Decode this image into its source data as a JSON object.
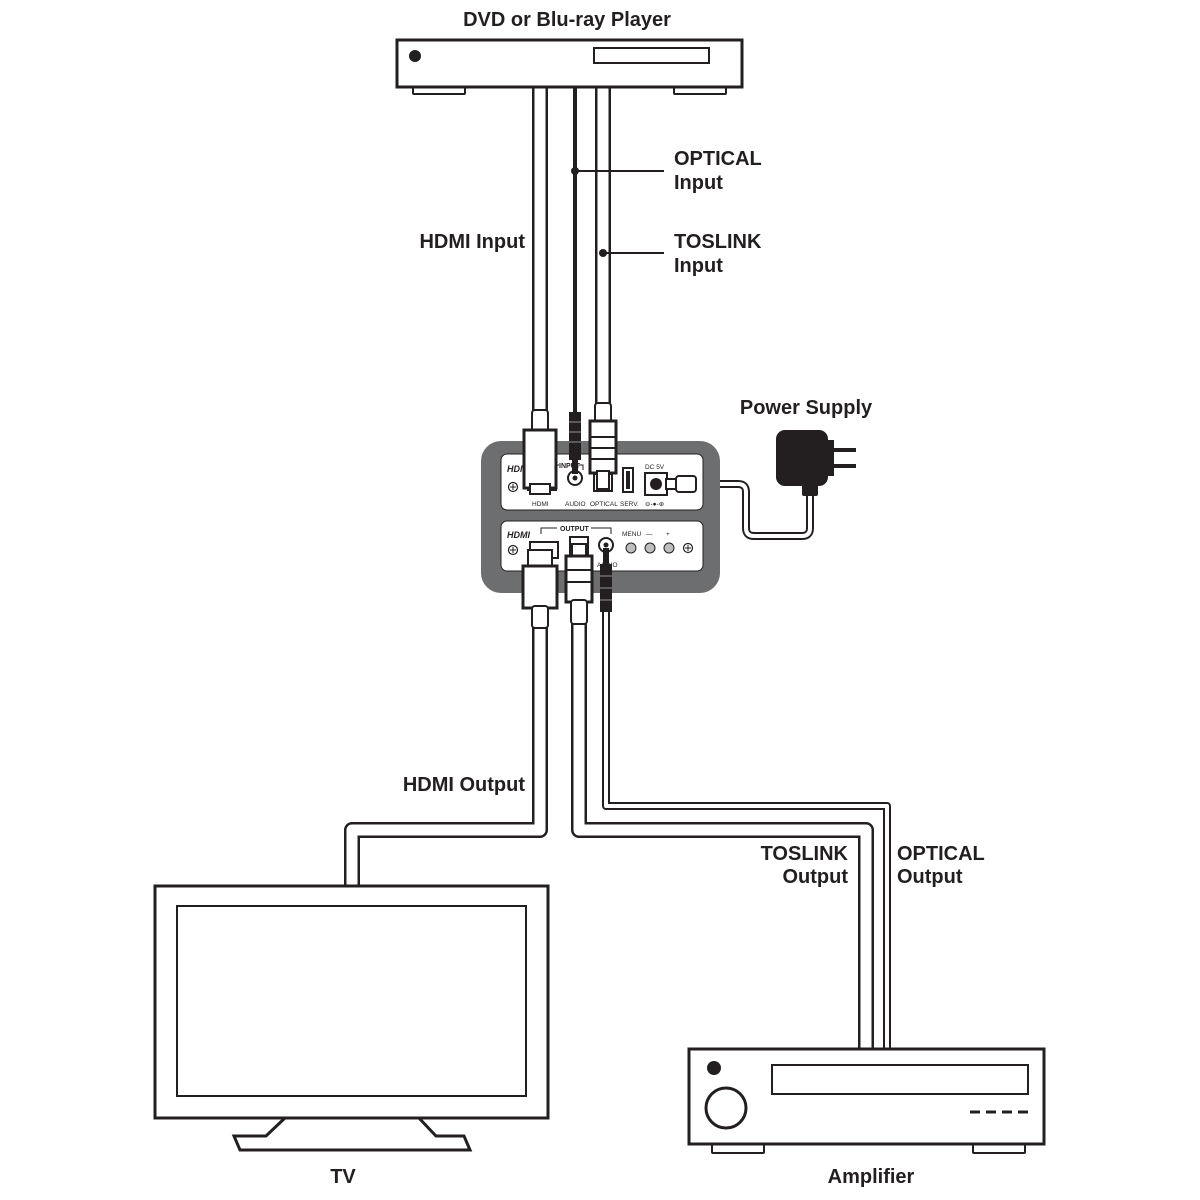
{
  "labels": {
    "source": "DVD or Blu-ray Player",
    "optical_input_line1": "OPTICAL",
    "optical_input_line2": "Input",
    "toslink_input_line1": "TOSLINK",
    "toslink_input_line2": "Input",
    "hdmi_input": "HDMI Input",
    "power_supply": "Power Supply",
    "hdmi_output": "HDMI Output",
    "toslink_output_line1": "TOSLINK",
    "toslink_output_line2": "Output",
    "optical_output_line1": "OPTICAL",
    "optical_output_line2": "Output",
    "tv": "TV",
    "amplifier": "Amplifier"
  },
  "device": {
    "input_panel": {
      "logo": "HDMI",
      "group_label": "INPUT",
      "port_hdmi": "HDMI",
      "port_audio": "AUDIO",
      "port_optical": "OPTICAL",
      "port_serv": "SERV.",
      "dc_label": "DC 5V"
    },
    "output_panel": {
      "logo": "HDMI",
      "group_label": "OUTPUT",
      "menu": "MENU",
      "minus": "—",
      "plus": "+",
      "audio": "AUDIO"
    }
  },
  "colors": {
    "line": "#231f20",
    "device_body": "#6d6e70",
    "panel": "#ffffff",
    "button": "#bcbec0"
  }
}
